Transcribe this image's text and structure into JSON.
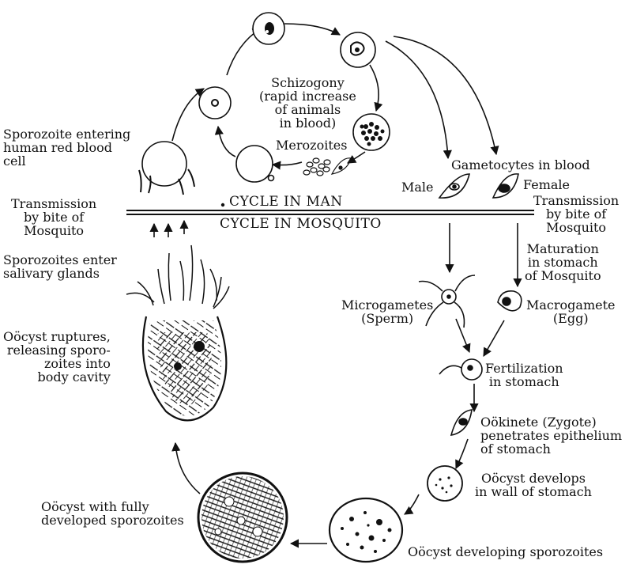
{
  "sections": {
    "cycle_in_man": "CYCLE IN MAN",
    "cycle_in_mosquito": "CYCLE IN MOSQUITO"
  },
  "labels": {
    "schizogony": "Schizogony\n(rapid increase\nof animals\nin blood)",
    "merozoites": "Merozoites",
    "sporozoite_entering": "Sporozoite entering\nhuman red blood\ncell",
    "gametocytes": "Gametocytes in blood",
    "male": "Male",
    "female": "Female",
    "transmission_left": "Transmission\nby bite of\nMosquito",
    "transmission_right": "Transmission\nby bite of\nMosquito",
    "sporozoites_enter": "Sporozoites enter\nsalivary glands",
    "maturation": "Maturation\nin stomach\nof Mosquito",
    "microgametes": "Microgametes\n(Sperm)",
    "macrogamete": "Macrogamete\n(Egg)",
    "oocyst_ruptures": "Oöcyst ruptures,\nreleasing sporo-\nzoites into\nbody cavity",
    "fertilization": "Fertilization\nin stomach",
    "ookinete": "Oökinete (Zygote)\npenetrates epithelium\nof stomach",
    "oocyst_develops": "Oöcyst develops\nin wall of stomach",
    "oocyst_fully": "Oöcyst with fully\ndeveloped sporozoites",
    "oocyst_developing": "Oöcyst developing sporozoites"
  }
}
